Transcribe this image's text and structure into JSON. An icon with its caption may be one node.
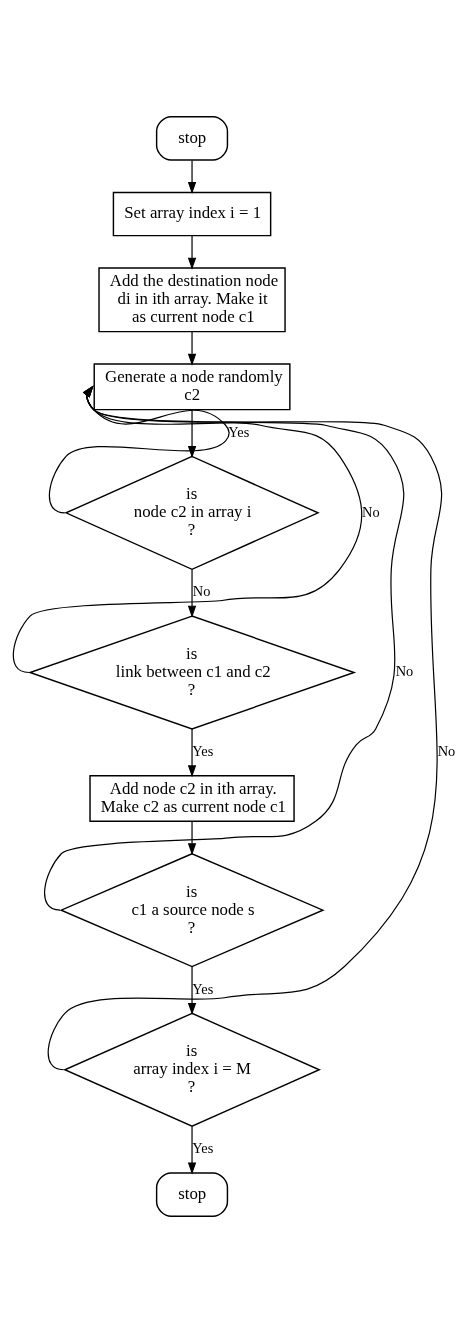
{
  "diagram": {
    "nodes": [
      {
        "text": [
          "stop"
        ]
      },
      {
        "text": [
          "Set array index i = 1"
        ]
      },
      {
        "text": [
          "Add the destination node di in ith array. Make it as current node c1"
        ]
      },
      {
        "text": [
          "Generate a node randomly c2"
        ]
      },
      {
        "text": [
          "is node c2 in array i ?"
        ]
      },
      {
        "text": [
          "is link between c1 and c2 ?"
        ]
      },
      {
        "text": [
          "Add node c2 in ith array. Make c2 as current node c1"
        ]
      },
      {
        "text": [
          "is c1 a source node s ?"
        ]
      },
      {
        "text": [
          "is array index i = M ?"
        ]
      },
      {
        "text": [
          "stop"
        ]
      }
    ],
    "edges": [
      {
        "from": 0,
        "to": 1,
        "arrow": "to"
      },
      {
        "from": 1,
        "to": 2,
        "arrow": "to"
      },
      {
        "from": 2,
        "to": 3,
        "arrow": "to"
      },
      {
        "from": 3,
        "to": 4,
        "arrow": "to"
      },
      {
        "from": 4,
        "to": 5,
        "arrow": "to",
        "label": "No"
      },
      {
        "from": 5,
        "to": 6,
        "arrow": "to",
        "label": "Yes"
      },
      {
        "from": 6,
        "to": 7,
        "arrow": "to"
      },
      {
        "from": 7,
        "to": 8,
        "arrow": "to",
        "label": "Yes"
      },
      {
        "from": 8,
        "to": 9,
        "arrow": "to",
        "label": "Yes"
      },
      {
        "from": 4,
        "to": 3,
        "arrow": "to",
        "label": "Yes"
      },
      {
        "from": 5,
        "to": 3,
        "arrow": "to",
        "label": "No"
      },
      {
        "from": 7,
        "to": 3,
        "arrow": "to",
        "label": "No"
      },
      {
        "from": 8,
        "to": 3,
        "arrow": "to",
        "label": "No"
      }
    ]
  }
}
